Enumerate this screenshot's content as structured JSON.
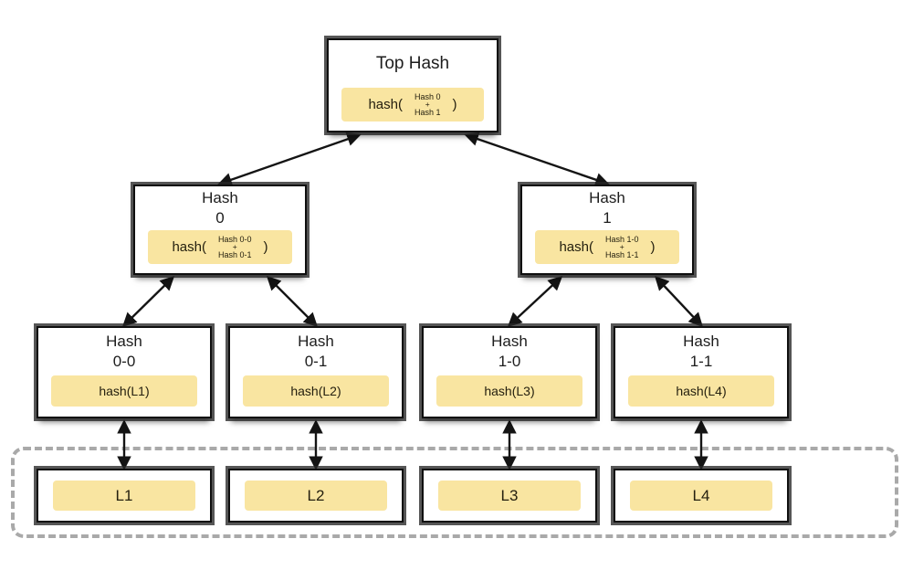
{
  "colors": {
    "node_fill": "#ffffff",
    "node_border": "#0f0f0f",
    "highlight_fill": "#f9e5a1",
    "connector": "#141414",
    "dashed_border": "#a9a9a9"
  },
  "nodes": {
    "top": {
      "title": "Top Hash",
      "fn_open": "hash(",
      "arg1": "Hash 0",
      "plus": "+",
      "arg2": "Hash 1",
      "fn_close": ")"
    },
    "hash0": {
      "title1": "Hash",
      "title2": "0",
      "fn_open": "hash(",
      "arg1": "Hash 0-0",
      "plus": "+",
      "arg2": "Hash 0-1",
      "fn_close": ")"
    },
    "hash1": {
      "title1": "Hash",
      "title2": "1",
      "fn_open": "hash(",
      "arg1": "Hash 1-0",
      "plus": "+",
      "arg2": "Hash 1-1",
      "fn_close": ")"
    },
    "hash00": {
      "title1": "Hash",
      "title2": "0-0",
      "formula": "hash(L1)"
    },
    "hash01": {
      "title1": "Hash",
      "title2": "0-1",
      "formula": "hash(L2)"
    },
    "hash10": {
      "title1": "Hash",
      "title2": "1-0",
      "formula": "hash(L3)"
    },
    "hash11": {
      "title1": "Hash",
      "title2": "1-1",
      "formula": "hash(L4)"
    }
  },
  "leaves": [
    {
      "label": "L1"
    },
    {
      "label": "L2"
    },
    {
      "label": "L3"
    },
    {
      "label": "L4"
    }
  ]
}
